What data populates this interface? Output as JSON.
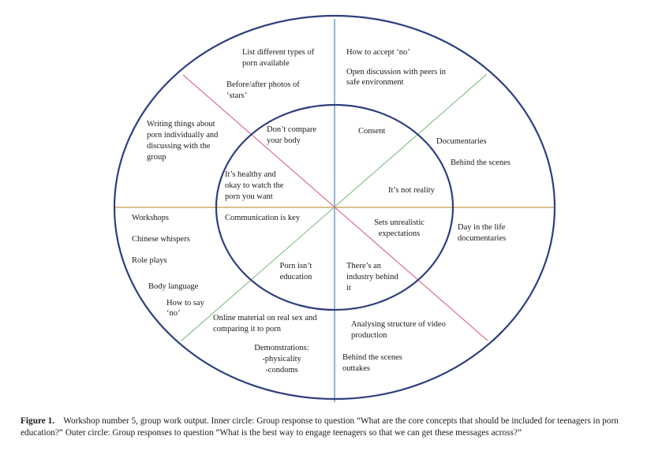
{
  "outer_circle": {
    "top_left": [
      "List different types of",
      "porn available",
      "Before/after photos of",
      "‘stars’"
    ],
    "upper_left": [
      "Writing things about",
      "porn individually and",
      "discussing with the",
      "group"
    ],
    "top_right": [
      "How to accept ‘no’",
      "Open discussion with peers in",
      "safe environment"
    ],
    "upper_right": [
      "Documentaries",
      "Behind the scenes"
    ],
    "lower_right": [
      "Day in the life",
      "documentaries"
    ],
    "bottom_right": [
      "Analysing structure of video",
      "production",
      "Behind the scenes",
      "outtakes"
    ],
    "bottom_left": [
      "Online material on real sex and",
      "comparing it to porn",
      "Demonstrations:",
      "-physicality",
      "-condoms"
    ],
    "lower_left": [
      "Workshops",
      "Chinese whispers",
      "Role plays",
      "Body language",
      "How to say",
      "‘no’"
    ]
  },
  "inner_circle": {
    "upper_left": [
      "Don’t compare",
      "your body"
    ],
    "left": [
      "It’s healthy and",
      "okay to watch the",
      "porn you want"
    ],
    "left_bottom": "Communication is key",
    "top_right": "Consent",
    "right": "It’s not reality",
    "lower_right": [
      "Sets unrealistic",
      "expectations"
    ],
    "bottom_left": [
      "Porn isn’t",
      "education"
    ],
    "bottom_right": [
      "There’s an",
      "industry behind",
      "it"
    ]
  },
  "caption": {
    "label": "Figure 1.",
    "text": "Workshop number 5, group work output. Inner circle: Group response to question “What are the core concepts that should be included for teenagers in porn education?” Outer circle: Group responses to question “What is the best way to engage teenagers so that we can get these messages across?”"
  },
  "colors": {
    "circle": "#2e3f7c",
    "vertical_line": "#4f81bd",
    "horizontal_line": "#c8964a",
    "diagonal_green": "#8cc08c",
    "diagonal_pink": "#d9708f"
  }
}
